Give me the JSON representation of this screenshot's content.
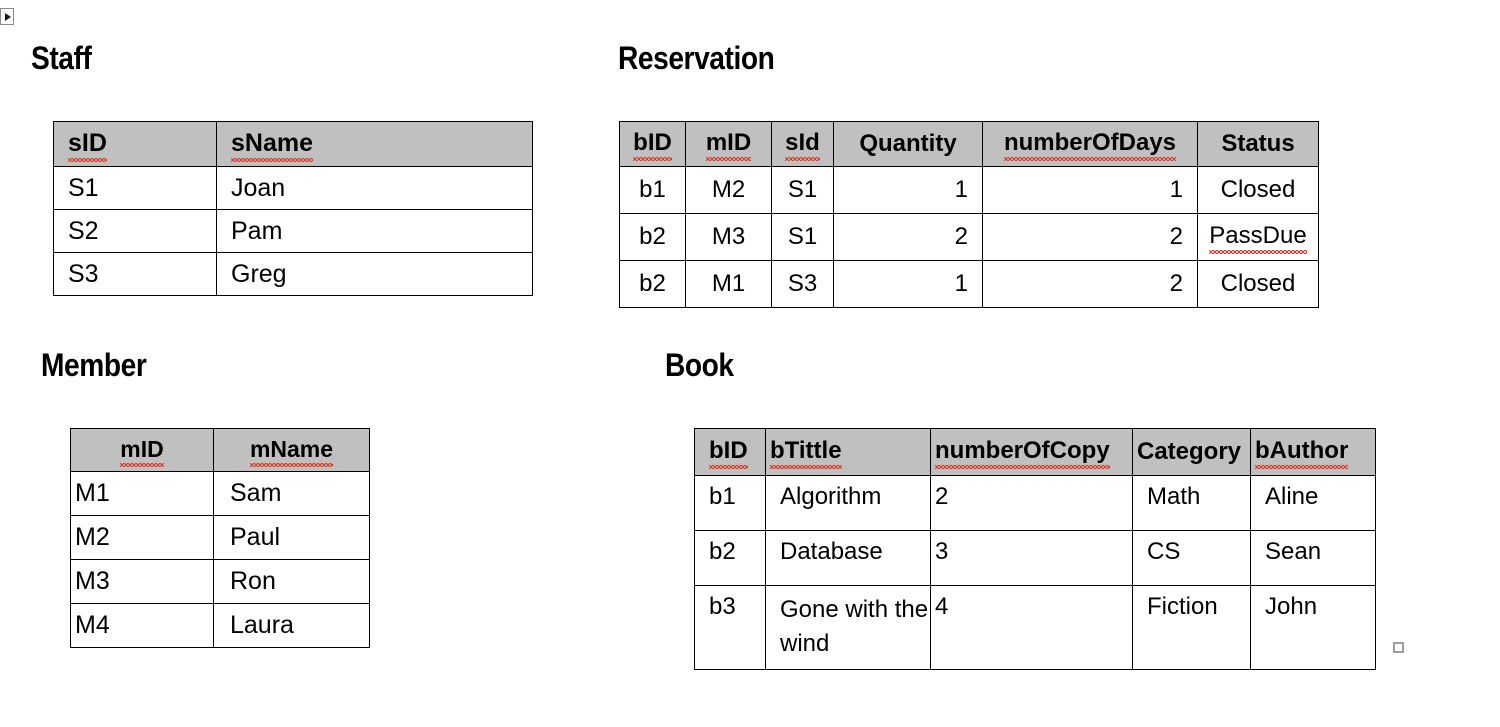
{
  "slide": {
    "titles": {
      "staff": "Staff",
      "reservation": "Reservation",
      "member": "Member",
      "book": "Book"
    },
    "header_fill": "#c0c0c0",
    "spellcheck_underline_color": "#e03a29"
  },
  "tables": {
    "staff": {
      "name": "Staff",
      "columns": [
        "sID",
        "sName"
      ],
      "rows": [
        [
          "S1",
          "Joan"
        ],
        [
          "S2",
          "Pam"
        ],
        [
          "S3",
          "Greg"
        ]
      ]
    },
    "reservation": {
      "name": "Reservation",
      "columns": [
        "bID",
        "mID",
        "sId",
        "Quantity",
        "numberOfDays",
        "Status"
      ],
      "rows": [
        [
          "b1",
          "M2",
          "S1",
          "1",
          "1",
          "Closed"
        ],
        [
          "b2",
          "M3",
          "S1",
          "2",
          "2",
          "PassDue"
        ],
        [
          "b2",
          "M1",
          "S3",
          "1",
          "2",
          "Closed"
        ]
      ]
    },
    "member": {
      "name": "Member",
      "columns": [
        "mID",
        "mName"
      ],
      "rows": [
        [
          "M1",
          "Sam"
        ],
        [
          "M2",
          "Paul"
        ],
        [
          "M3",
          "Ron"
        ],
        [
          "M4",
          "Laura"
        ]
      ]
    },
    "book": {
      "name": "Book",
      "columns": [
        "bID",
        "bTittle",
        "numberOfCopy",
        "Category",
        "bAuthor"
      ],
      "rows": [
        [
          "b1",
          "Algorithm",
          "2",
          "Math",
          "Aline"
        ],
        [
          "b2",
          "Database",
          "3",
          "CS",
          "Sean"
        ],
        [
          "b3",
          "Gone with the wind",
          "4",
          "Fiction",
          "John"
        ]
      ]
    }
  }
}
